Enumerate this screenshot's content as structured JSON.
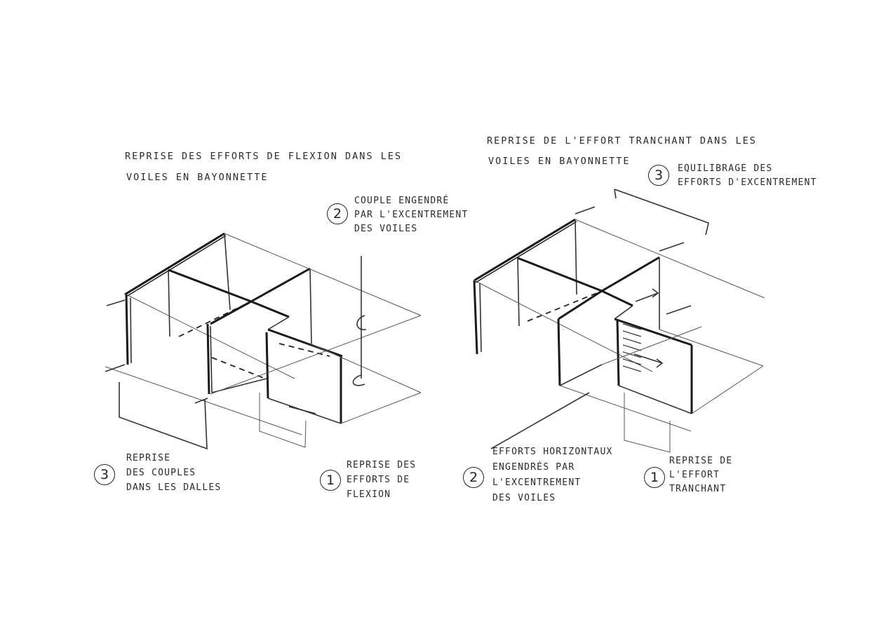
{
  "left": {
    "title_line1": "REPRISE DES EFFORTS DE FLEXION DANS LES",
    "title_line2": "VOILES EN BAYONNETTE",
    "note2": {
      "number": "2",
      "lines": [
        "COUPLE ENGENDRÉ",
        "PAR L'EXCENTREMENT",
        "DES VOILES"
      ]
    },
    "note3": {
      "number": "3",
      "lines": [
        "REPRISE",
        "DES COUPLES",
        "DANS LES DALLES"
      ]
    },
    "note1": {
      "number": "1",
      "lines": [
        "REPRISE DES",
        "EFFORTS DE",
        "FLEXION"
      ]
    }
  },
  "right": {
    "title_line1": "REPRISE DE L'EFFORT TRANCHANT DANS LES",
    "title_line2": "VOILES EN BAYONNETTE",
    "note3": {
      "number": "3",
      "lines": [
        "EQUILIBRAGE DES",
        "EFFORTS D'EXCENTREMENT"
      ]
    },
    "note2": {
      "number": "2",
      "lines": [
        "EFFORTS HORIZONTAUX",
        "ENGENDRÉS PAR",
        "L'EXCENTREMENT",
        "DES VOILES"
      ]
    },
    "note1": {
      "number": "1",
      "lines": [
        "REPRISE DE",
        "L'EFFORT",
        "TRANCHANT"
      ]
    }
  }
}
